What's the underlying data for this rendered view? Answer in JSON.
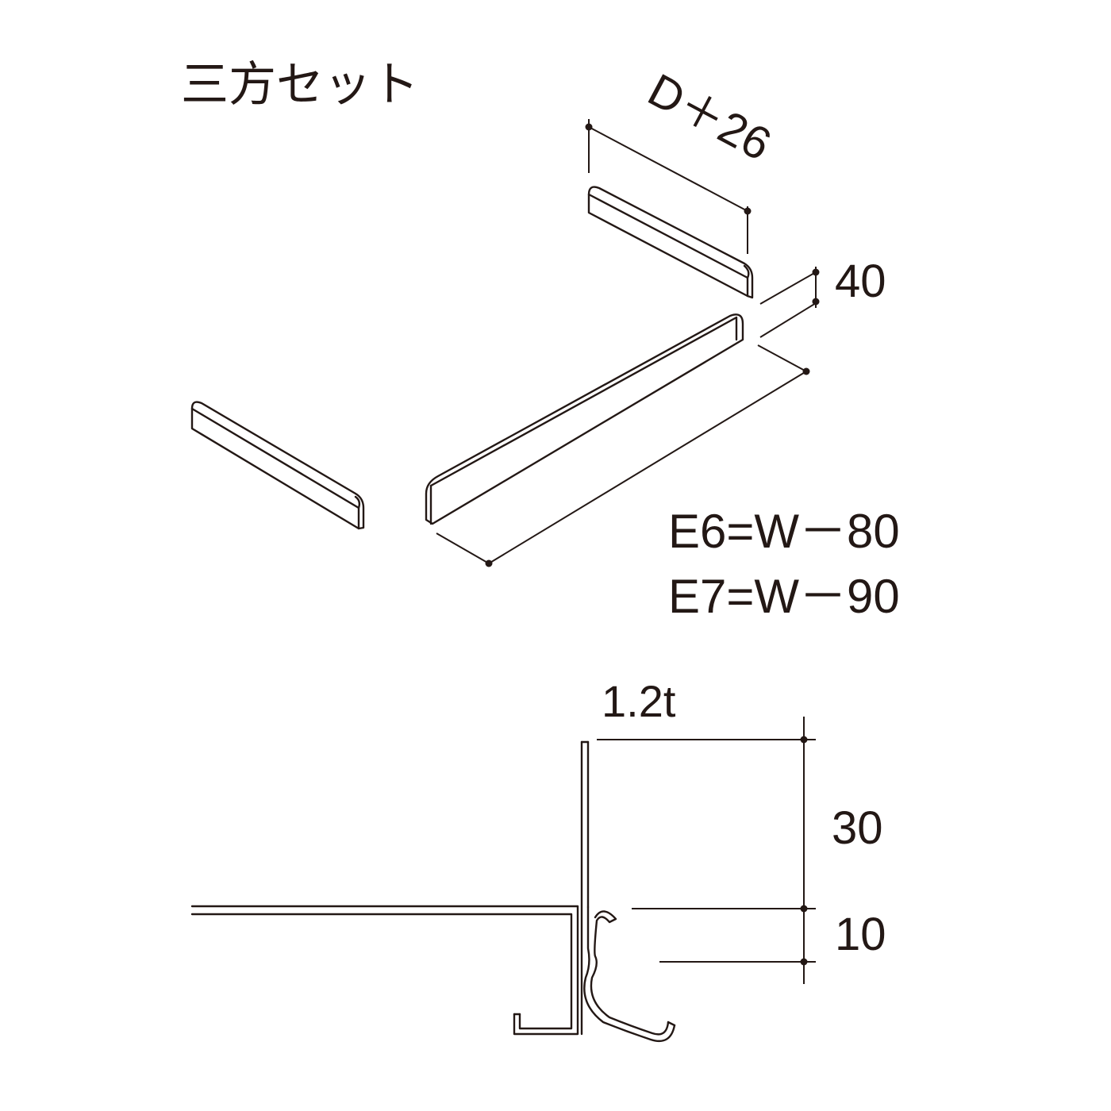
{
  "title": "三方セット",
  "dimensions": {
    "depth_label": "D＋26",
    "height_label": "40",
    "thickness_label": "1.2t",
    "upper_height_label": "30",
    "lower_height_label": "10"
  },
  "formulas": [
    "E6=W－80",
    "E7=W－90"
  ]
}
